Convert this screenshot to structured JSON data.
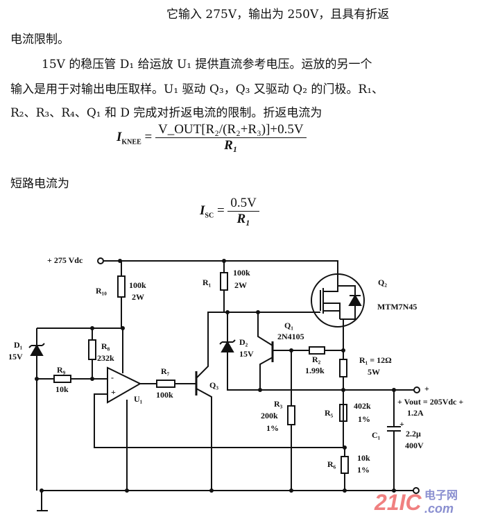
{
  "text": {
    "line1": "它输入 275V，输出为 250V，且具有折返",
    "line2": "电流限制。",
    "line3": "15V 的稳压管 D₁ 给运放 U₁ 提供直流参考电压。运放的另一个",
    "line4": "输入是用于对输出电压取样。U₁ 驱动 Q₃，Q₃ 又驱动 Q₂ 的门极。R₁、",
    "line5": "R₂、R₃、R₄、Q₁ 和 D 完成对折返电流的限制。折返电流为",
    "line6": "短路电流为"
  },
  "formulas": {
    "knee_lhs": "I",
    "knee_sub": "KNEE",
    "knee_num": "V_OUT[R₂/(R₂+R₃)]+0.5V",
    "knee_den": "R₁",
    "sc_lhs": "I",
    "sc_sub": "SC",
    "sc_num": "0.5V",
    "sc_den": "R₁"
  },
  "circuit": {
    "vin": "+ 275 Vdc",
    "r10": "R₁₀",
    "r10_val": "100k",
    "r10_w": "2W",
    "r1top": "R₁",
    "r1top_val": "100k",
    "r1top_w": "2W",
    "d1": "D₁",
    "d1_val": "15V",
    "r8": "R₈",
    "r8_val": "232k",
    "r9": "R₉",
    "r9_val": "10k",
    "u1": "U₁",
    "minus": "-",
    "plus": "+",
    "r7": "R₇",
    "r7_val": "100k",
    "q3": "Q₃",
    "d2": "D₂",
    "d2_val": "15V",
    "q1": "Q₁",
    "q1_val": "2N4105",
    "q2": "Q₂",
    "q2_val": "MTM7N45",
    "r2": "R₂",
    "r2_val": "1.99k",
    "r1": "R₁ = 12Ω",
    "r1_w": "5W",
    "out_plus": "+",
    "vout": "+ Vout = 205Vdc +",
    "iout": "1.2A",
    "r3": "R₃",
    "r3_val": "200k",
    "r3_tol": "1%",
    "r5": "R₅",
    "r5_val": "402k",
    "r5_tol": "1%",
    "r6": "R₆",
    "r6_val": "10k",
    "r6_tol": "1%",
    "c1": "C₁",
    "c1_plus": "+",
    "c1_val": "2.2μ",
    "c1_v": "400V"
  },
  "watermark": {
    "brand": "21IC",
    "cn": "电子网",
    "com": ".com",
    "color_red": "#f08080",
    "color_blue": "#8a8fd0"
  }
}
